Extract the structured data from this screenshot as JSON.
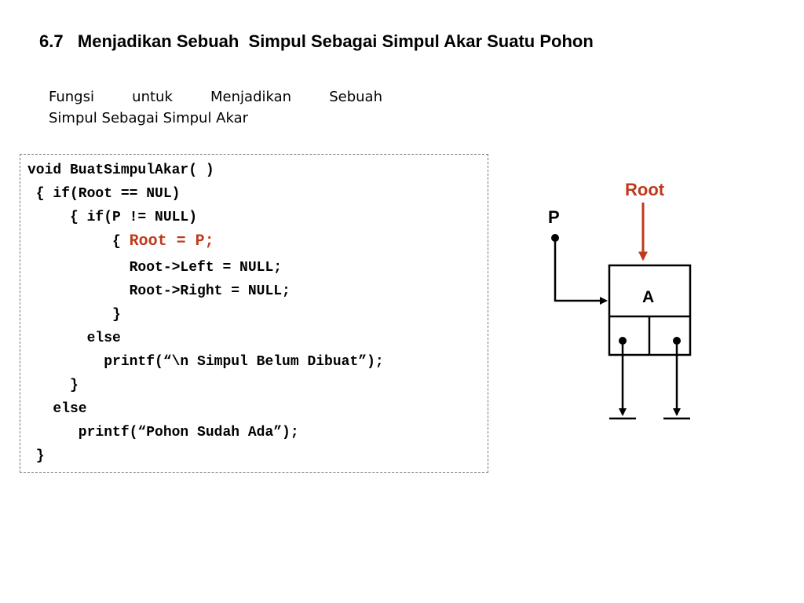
{
  "title": "6.7   Menjadikan Sebuah  Simpul Sebagai Simpul Akar Suatu Pohon",
  "subtitle": {
    "line1_words": [
      "Fungsi",
      "untuk",
      "Menjadikan",
      "Sebuah"
    ],
    "line2": "Simpul Sebagai Simpul Akar"
  },
  "code": {
    "lines": [
      {
        "text": "void BuatSimpulAkar( )"
      },
      {
        "text": " { if(Root == NUL)"
      },
      {
        "text": "     { if(P != NULL)"
      },
      {
        "text": "          { ",
        "highlight": "Root = P;"
      },
      {
        "text": "            Root->Left = NULL;"
      },
      {
        "text": "            Root->Right = NULL;"
      },
      {
        "text": "          }"
      },
      {
        "text": "       else"
      },
      {
        "text": "         printf(“\\n Simpul Belum Dibuat”);"
      },
      {
        "text": "     }"
      },
      {
        "text": "   else"
      },
      {
        "text": "      printf(“Pohon Sudah Ada”);"
      },
      {
        "text": " }"
      }
    ]
  },
  "diagram": {
    "root_label": "Root",
    "pointer_label": "P",
    "node_label": "A"
  },
  "colors": {
    "highlight": "#c0391b",
    "text": "#000000",
    "box_border": "#777777"
  }
}
